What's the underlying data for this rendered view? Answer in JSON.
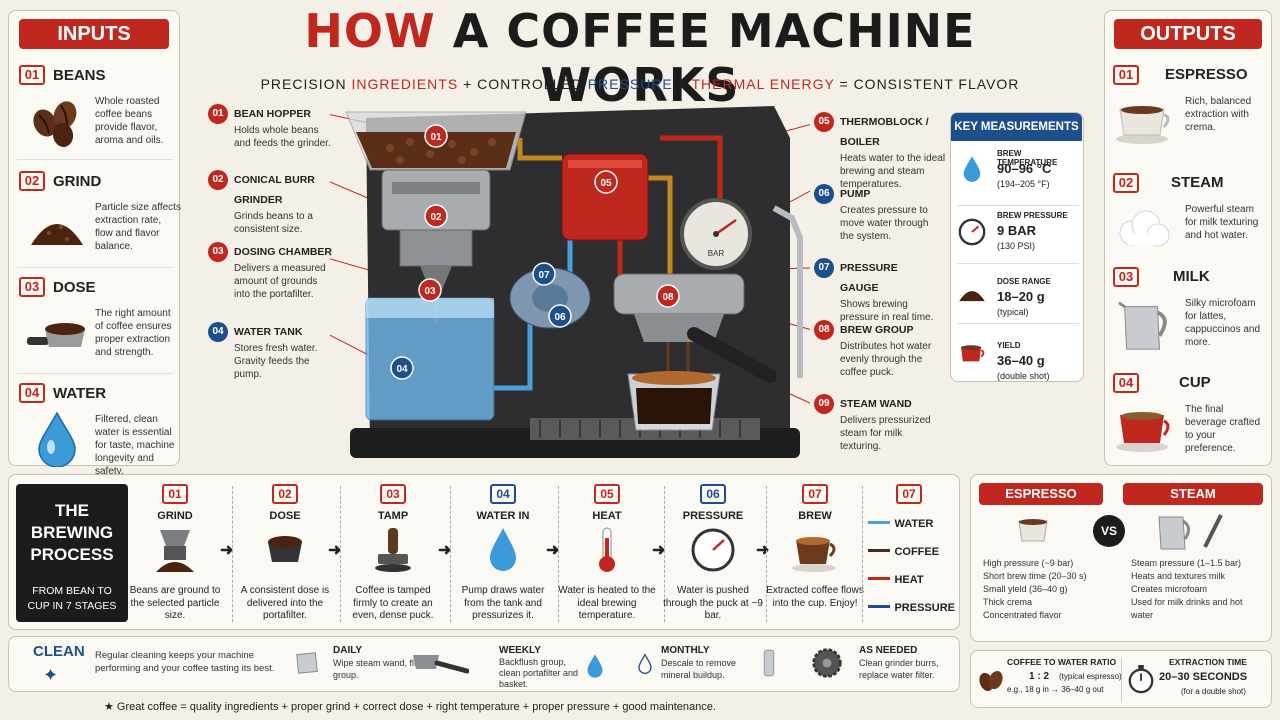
{
  "header": {
    "title_red": "HOW",
    "title_rest": "A COFFEE MACHINE WORKS",
    "subtitle": {
      "p1": "PRECISION",
      "p2": "INGREDIENTS",
      "p3": "+ CONTROLLED",
      "p4": "PRESSURE",
      "p5": "+",
      "p6": "THERMAL ENERGY",
      "p7": "= CONSISTENT FLAVOR"
    }
  },
  "inputs": {
    "title": "INPUTS",
    "items": [
      {
        "num": "01",
        "name": "BEANS",
        "desc": "Whole roasted coffee beans provide flavor, aroma and oils."
      },
      {
        "num": "02",
        "name": "GRIND",
        "desc": "Particle size affects extraction rate, flow and flavor balance."
      },
      {
        "num": "03",
        "name": "DOSE",
        "desc": "The right amount of coffee ensures proper extraction and strength."
      },
      {
        "num": "04",
        "name": "WATER",
        "desc": "Filtered, clean water is essential for taste, machine longevity and safety."
      }
    ]
  },
  "outputs": {
    "title": "OUTPUTS",
    "items": [
      {
        "num": "01",
        "name": "ESPRESSO",
        "desc": "Rich, balanced extraction with crema."
      },
      {
        "num": "02",
        "name": "STEAM",
        "desc": "Powerful steam for milk texturing and hot water."
      },
      {
        "num": "03",
        "name": "MILK",
        "desc": "Silky microfoam for lattes, cappuccinos and more."
      },
      {
        "num": "04",
        "name": "CUP",
        "desc": "The final beverage crafted to your preference."
      }
    ]
  },
  "callouts_left": [
    {
      "num": "01",
      "title": "BEAN HOPPER",
      "desc": "Holds whole beans and feeds the grinder."
    },
    {
      "num": "02",
      "title": "CONICAL BURR GRINDER",
      "desc": "Grinds beans to a consistent size."
    },
    {
      "num": "03",
      "title": "DOSING CHAMBER",
      "desc": "Delivers a measured amount of grounds into the portafilter."
    },
    {
      "num": "04",
      "title": "WATER TANK",
      "desc": "Stores fresh water. Gravity feeds the pump."
    }
  ],
  "callouts_right": [
    {
      "num": "05",
      "title": "THERMOBLOCK / BOILER",
      "desc": "Heats water to the ideal brewing and steam temperatures."
    },
    {
      "num": "06",
      "title": "PUMP",
      "desc": "Creates pressure to move water through the system."
    },
    {
      "num": "07",
      "title": "PRESSURE GAUGE",
      "desc": "Shows brewing pressure in real time."
    },
    {
      "num": "08",
      "title": "BREW GROUP",
      "desc": "Distributes hot water evenly through the coffee puck."
    },
    {
      "num": "09",
      "title": "STEAM WAND",
      "desc": "Delivers pressurized steam for milk texturing."
    }
  ],
  "machine_labels": [
    "01",
    "02",
    "03",
    "04",
    "05",
    "06",
    "07",
    "08"
  ],
  "gauge_text": "BAR",
  "measurements": {
    "title": "KEY MEASUREMENTS",
    "items": [
      {
        "label": "BREW TEMPERATURE",
        "value": "90–96 °C",
        "note": "(194–205 °F)"
      },
      {
        "label": "BREW PRESSURE",
        "value": "9 BAR",
        "note": "(130 PSI)"
      },
      {
        "label": "DOSE RANGE",
        "value": "18–20 g",
        "note": "(typical)"
      },
      {
        "label": "YIELD",
        "value": "36–40 g",
        "note": "(double shot)"
      }
    ]
  },
  "process": {
    "title": "THE BREWING PROCESS",
    "subtitle": "FROM BEAN TO CUP IN 7 STAGES",
    "stages": [
      {
        "num": "01",
        "name": "GRIND",
        "desc": "Beans are ground to the selected particle size."
      },
      {
        "num": "02",
        "name": "DOSE",
        "desc": "A consistent dose is delivered into the portafilter."
      },
      {
        "num": "03",
        "name": "TAMP",
        "desc": "Coffee is tamped firmly to create an even, dense puck."
      },
      {
        "num": "04",
        "name": "WATER IN",
        "desc": "Pump draws water from the tank and pressurizes it."
      },
      {
        "num": "05",
        "name": "HEAT",
        "desc": "Water is heated to the ideal brewing temperature."
      },
      {
        "num": "06",
        "name": "PRESSURE",
        "desc": "Water is pushed through the puck at ~9 bar."
      },
      {
        "num": "07",
        "name": "BREW",
        "desc": "Extracted coffee flows into the cup. Enjoy!"
      }
    ],
    "legend_num": "07",
    "legend": [
      {
        "label": "WATER",
        "color": "#4a9fd8"
      },
      {
        "label": "COFFEE",
        "color": "#4a2a18"
      },
      {
        "label": "HEAT",
        "color": "#c0281f"
      },
      {
        "label": "PRESSURE",
        "color": "#1d4f8c"
      }
    ]
  },
  "compare": {
    "left_title": "ESPRESSO",
    "right_title": "STEAM",
    "vs": "VS",
    "left_items": [
      "High pressure (~9 bar)",
      "Short brew time (20–30 s)",
      "Small yield (36–40 g)",
      "Thick crema",
      "Concentrated flavor"
    ],
    "right_items": [
      "Steam pressure (1–1.5 bar)",
      "Heats and textures milk",
      "Creates microfoam",
      "Used for milk drinks and hot water"
    ]
  },
  "clean": {
    "title": "CLEAN",
    "intro": "Regular cleaning keeps your machine performing and your coffee tasting its best.",
    "items": [
      {
        "title": "DAILY",
        "desc": "Wipe steam wand, flush group."
      },
      {
        "title": "WEEKLY",
        "desc": "Backflush group, clean portafilter and basket."
      },
      {
        "title": "MONTHLY",
        "desc": "Descale to remove mineral buildup."
      },
      {
        "title": "AS NEEDED",
        "desc": "Clean grinder burrs, replace water filter."
      }
    ]
  },
  "ratio": {
    "title": "COFFEE TO WATER RATIO",
    "value": "1 : 2",
    "note": "(typical espresso)",
    "example": "e.g., 18 g in → 36–40 g out"
  },
  "extraction": {
    "title": "EXTRACTION TIME",
    "value": "20–30 SECONDS",
    "note": "(for a double shot)"
  },
  "footer": "★  Great coffee = quality ingredients + proper grind + correct dose + right temperature + proper pressure + good maintenance."
}
